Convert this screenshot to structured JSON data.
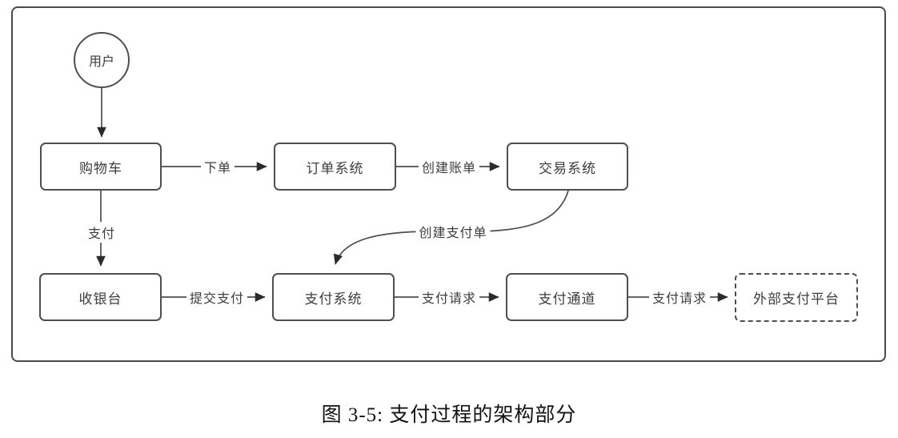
{
  "caption": "图 3-5: 支付过程的架构部分",
  "diagram": {
    "nodes": {
      "user": "用户",
      "cart": "购物车",
      "order_system": "订单系统",
      "trade_system": "交易系统",
      "cashier": "收银台",
      "payment_system": "支付系统",
      "payment_channel": "支付通道",
      "external_platform": "外部支付平台"
    },
    "edges": {
      "place_order": "下单",
      "create_bill": "创建账单",
      "create_payment_order": "创建支付单",
      "pay": "支付",
      "submit_payment": "提交支付",
      "payment_request_1": "支付请求",
      "payment_request_2": "支付请求"
    },
    "colors": {
      "line": "#4d4d4d",
      "arrowhead": "#2b2b2b",
      "border": "#4f4f4f",
      "text": "#3d3d3d",
      "background": "#ffffff"
    }
  }
}
